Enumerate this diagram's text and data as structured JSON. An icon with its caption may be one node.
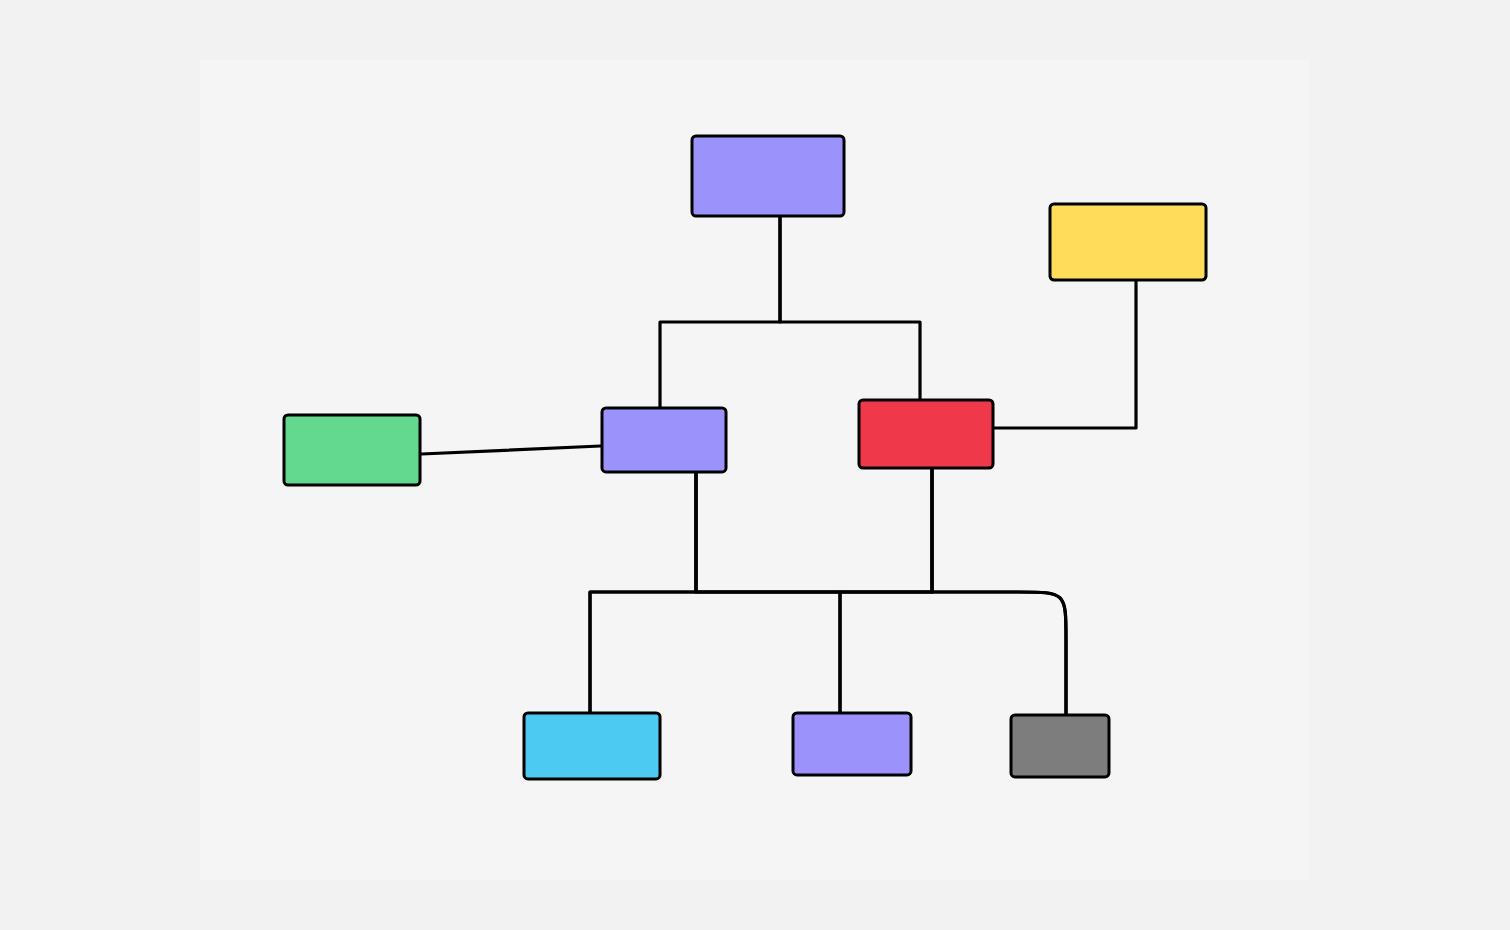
{
  "diagram": {
    "nodes": [
      {
        "text": [],
        "shape": "box"
      },
      {
        "text": [],
        "shape": "box"
      },
      {
        "text": [],
        "shape": "box"
      },
      {
        "text": [],
        "shape": "box"
      },
      {
        "text": [],
        "shape": "box"
      },
      {
        "text": [],
        "shape": "box"
      },
      {
        "text": [],
        "shape": "box"
      },
      {
        "text": [],
        "shape": "box"
      }
    ],
    "edges": [
      {
        "from": 0,
        "to": 3,
        "arrow": "none"
      },
      {
        "from": 0,
        "to": 4,
        "arrow": "none"
      },
      {
        "from": 1,
        "to": 4,
        "arrow": "none"
      },
      {
        "from": 2,
        "to": 3,
        "arrow": "none"
      },
      {
        "from": 3,
        "to": 5,
        "arrow": "none"
      },
      {
        "from": 3,
        "to": 6,
        "arrow": "none"
      },
      {
        "from": 3,
        "to": 7,
        "arrow": "none"
      },
      {
        "from": 4,
        "to": 5,
        "arrow": "none"
      },
      {
        "from": 4,
        "to": 6,
        "arrow": "none"
      },
      {
        "from": 4,
        "to": 7,
        "arrow": "none"
      }
    ]
  }
}
